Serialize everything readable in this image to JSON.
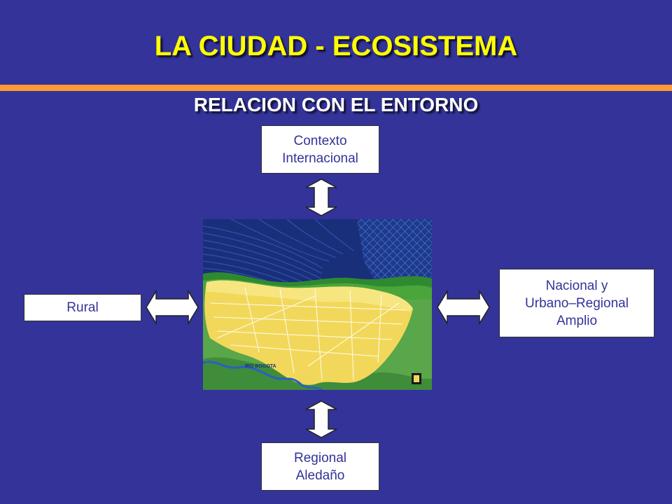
{
  "header": {
    "title": "LA CIUDAD - ECOSISTEMA",
    "subtitle": "RELACION CON EL ENTORNO"
  },
  "diagram": {
    "top_box": "Contexto\nInternacional",
    "left_box": "Rural",
    "right_box": "Nacional y\nUrbano–Regional\nAmplio",
    "bottom_box": "Regional\nAledaño"
  },
  "map": {
    "river_label": "RIO BOGOTA"
  },
  "colors": {
    "background": "#333399",
    "title": "#ffff00",
    "rule": "#ff9933",
    "box_text": "#333399"
  }
}
